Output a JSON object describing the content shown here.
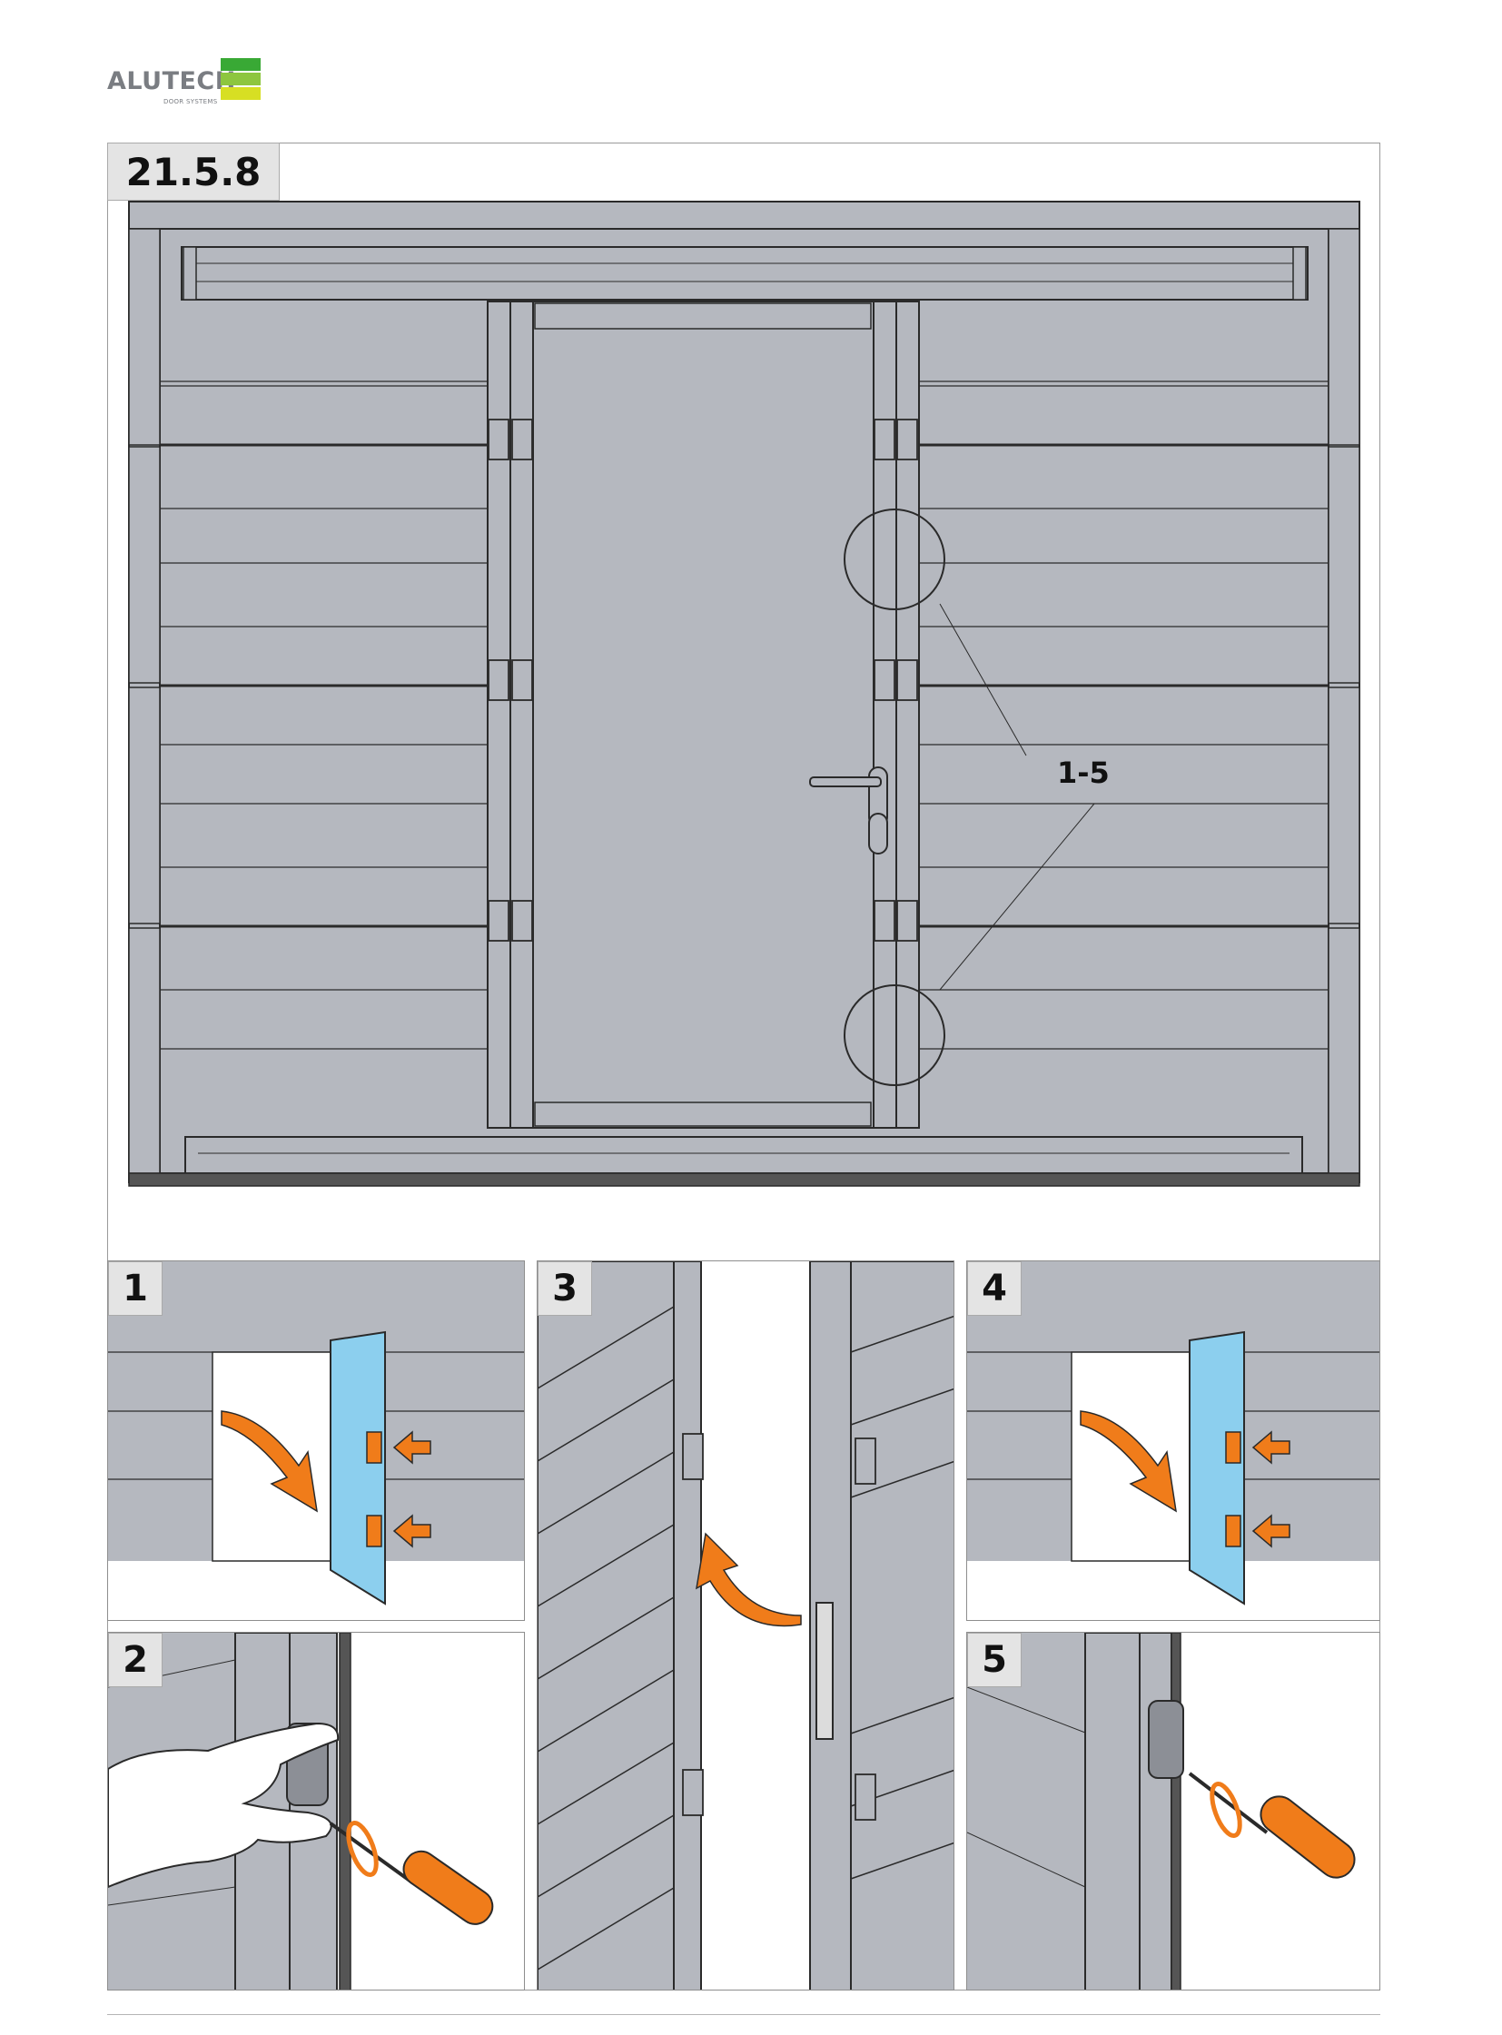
{
  "logo": {
    "name": "ALUTECH",
    "subtitle": "DOOR SYSTEMS",
    "bar_colors": [
      "#39a935",
      "#8dc63f",
      "#d7df23"
    ]
  },
  "main_step": {
    "label": "21.5.8"
  },
  "callout": {
    "label": "1-5"
  },
  "steps": [
    {
      "label": "1"
    },
    {
      "label": "2"
    },
    {
      "label": "3"
    },
    {
      "label": "4"
    },
    {
      "label": "5"
    }
  ],
  "colors": {
    "panel_gray": "#b5b8bf",
    "outline": "#2a2a2a",
    "accent_orange": "#f07c1a",
    "accent_blue": "#8ccfee"
  },
  "icons": [
    "arrow-icon",
    "screwdriver-icon",
    "hand-icon",
    "hinge-icon",
    "door-handle-icon"
  ]
}
